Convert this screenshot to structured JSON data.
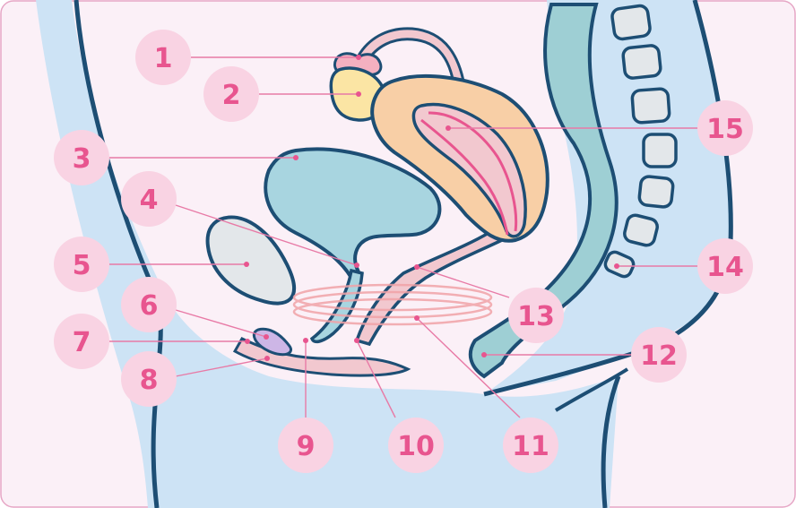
{
  "diagram": {
    "labels": [
      "1",
      "2",
      "3",
      "4",
      "5",
      "6",
      "7",
      "8",
      "9",
      "10",
      "11",
      "12",
      "13",
      "14",
      "15"
    ]
  },
  "colors": {
    "frame_bg": "#fbf0f7",
    "frame_border": "#e6a6c5",
    "body_fill": "#cde3f5",
    "outline": "#1d4e74",
    "bladder": "#a8d5e0",
    "rectum": "#9ecfd4",
    "bone": "#e3e7ea",
    "uterus": "#f8cfa6",
    "ovary": "#fbe5a4",
    "tube_pink": "#f2c8cf",
    "label_bg": "#f9d3e3",
    "label_text": "#e8558f",
    "accent_pink": "#e87aa6"
  }
}
